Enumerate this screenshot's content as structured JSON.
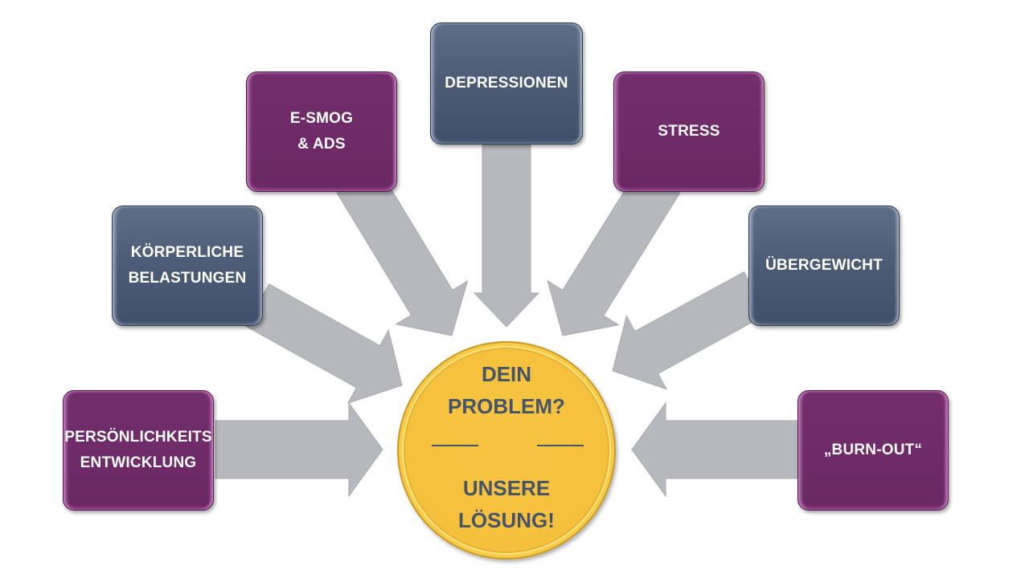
{
  "diagram": {
    "type": "hub-and-spoke",
    "center": {
      "lines_top": [
        "DEIN",
        "PROBLEM?"
      ],
      "lines_bottom": [
        "UNSERE",
        "LÖSUNG!"
      ],
      "fill_color": "#f5c13c",
      "text_color": "#44546a"
    },
    "colors": {
      "purple": "#722c6a",
      "slate": "#4a5a73",
      "arrow": "#b7b8bd",
      "text": "#ffffff"
    },
    "spokes": [
      {
        "id": "persoenlichkeit",
        "label": "PERSÖNLICHKEITS\nENTWICKLUNG",
        "color": "purple"
      },
      {
        "id": "koerperliche",
        "label": "KÖRPERLICHE\nBELASTUNGEN",
        "color": "slate"
      },
      {
        "id": "esmog",
        "label": "E-SMOG\n& ADS",
        "color": "purple"
      },
      {
        "id": "depressionen",
        "label": "DEPRESSIONEN",
        "color": "slate"
      },
      {
        "id": "stress",
        "label": "STRESS",
        "color": "purple"
      },
      {
        "id": "uebergewicht",
        "label": "ÜBERGEWICHT",
        "color": "slate"
      },
      {
        "id": "burnout",
        "label": "„BURN-OUT“",
        "color": "purple"
      }
    ],
    "edges": [
      {
        "from": "persoenlichkeit",
        "to": "center"
      },
      {
        "from": "koerperliche",
        "to": "center"
      },
      {
        "from": "esmog",
        "to": "center"
      },
      {
        "from": "depressionen",
        "to": "center"
      },
      {
        "from": "stress",
        "to": "center"
      },
      {
        "from": "uebergewicht",
        "to": "center"
      },
      {
        "from": "burnout",
        "to": "center"
      }
    ]
  }
}
